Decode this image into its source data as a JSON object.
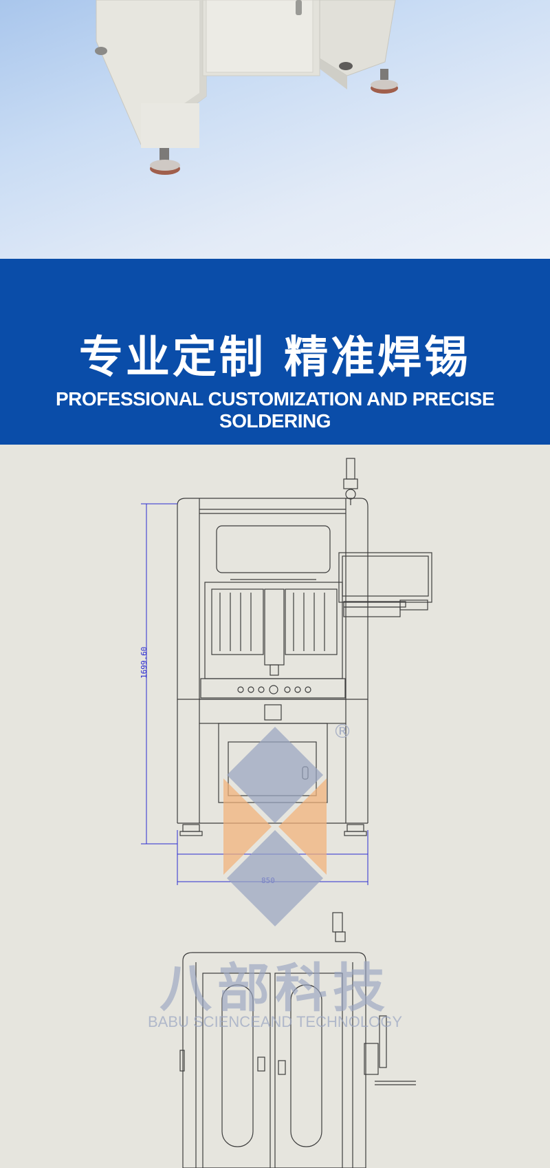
{
  "banner": {
    "title_cn": "专业定制 精准焊锡",
    "title_en": "PROFESSIONAL CUSTOMIZATION AND PRECISE SOLDERING"
  },
  "drawing": {
    "height_dimension": "1699.60",
    "width_dimension": "850"
  },
  "watermark": {
    "brand_cn": "八部科技",
    "brand_en": "BABU SCIENCEAND TECHNOLOGY",
    "registered_mark": "®"
  },
  "colors": {
    "banner_blue": "#0a4da9",
    "drawing_background": "#e6e5de",
    "dimension_line": "#2a2ad0",
    "logo_orange": "#f3b27a",
    "logo_gray": "#9aa6c2"
  }
}
